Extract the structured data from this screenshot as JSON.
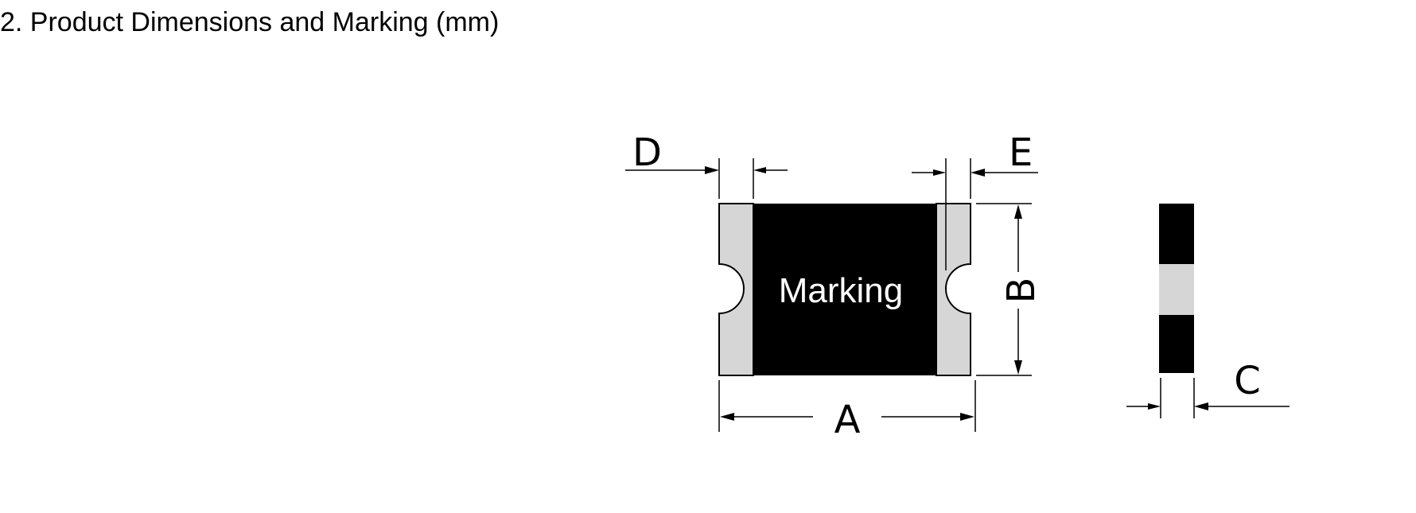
{
  "heading": "2. Product Dimensions and Marking (mm)",
  "marking_label": "Marking",
  "dimension_labels": {
    "a": "A",
    "b": "B",
    "c": "C",
    "d": "D",
    "e": "E"
  },
  "colors": {
    "body": "#000000",
    "terminal": "#d6d6d6",
    "lines": "#000000",
    "marking_text": "#ffffff"
  }
}
